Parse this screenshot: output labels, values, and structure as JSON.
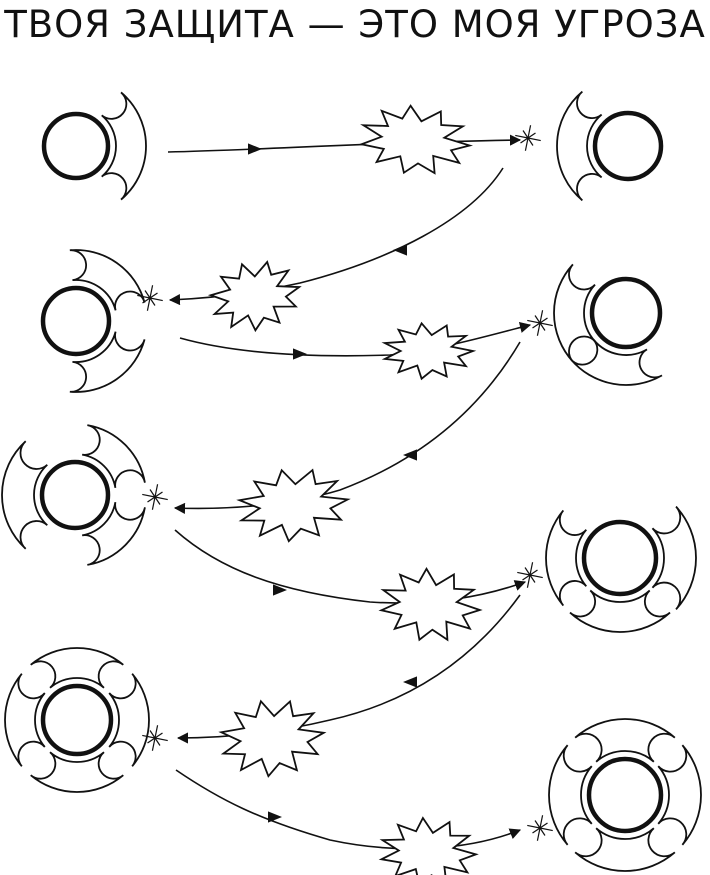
{
  "comic": {
    "title": "ТВОЯ ЗАЩИТА — ЭТО МОЯ УГРОЗА",
    "ink_color": "#111111",
    "background": "#ffffff",
    "rounds": [
      {
        "attacker": "left",
        "attacker_shields": 1,
        "defender_shields": 1,
        "direction": "left-to-right"
      },
      {
        "attacker": "right",
        "attacker_shields": 1,
        "defender_shields": 2,
        "direction": "right-to-left"
      },
      {
        "attacker": "left",
        "attacker_shields": 2,
        "defender_shields": 2,
        "direction": "left-to-right"
      },
      {
        "attacker": "right",
        "attacker_shields": 2,
        "defender_shields": 3,
        "direction": "right-to-left"
      },
      {
        "attacker": "left",
        "attacker_shields": 3,
        "defender_shields": 3,
        "direction": "left-to-right"
      },
      {
        "attacker": "right",
        "attacker_shields": 3,
        "defender_shields": 4,
        "direction": "right-to-left"
      },
      {
        "attacker": "left",
        "attacker_shields": 4,
        "defender_shields": 4,
        "direction": "left-to-right"
      }
    ]
  }
}
